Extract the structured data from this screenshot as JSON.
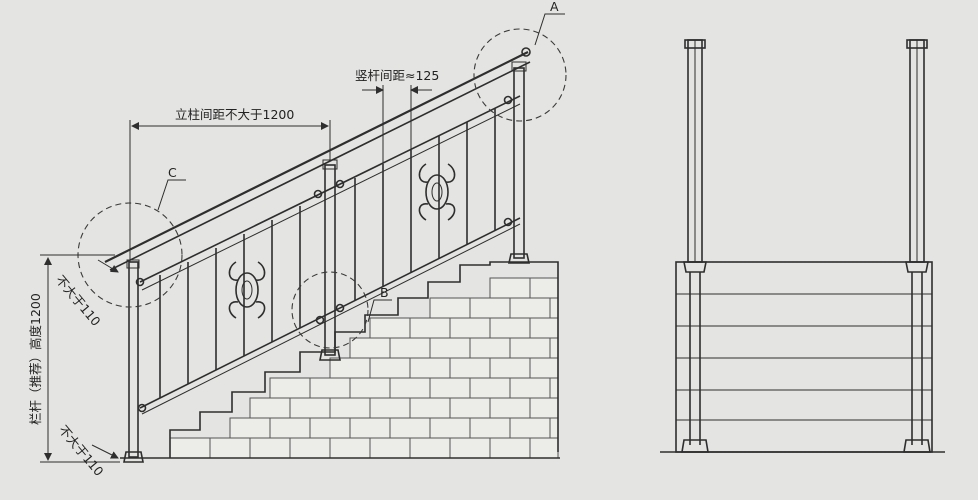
{
  "labels": {
    "post_spacing": "立柱间距不大于1200",
    "baluster_spacing": "竖杆间距≈125",
    "handrail_height": "栏杆（推荐）高度1200",
    "gap_top": "不大于110",
    "gap_bottom": "不大于110",
    "detail_a": "A",
    "detail_b": "B",
    "detail_c": "C"
  },
  "colors": {
    "ink": "#2e2e2e",
    "paper": "#e4e4e2",
    "brick_fill": "#ecece9"
  }
}
